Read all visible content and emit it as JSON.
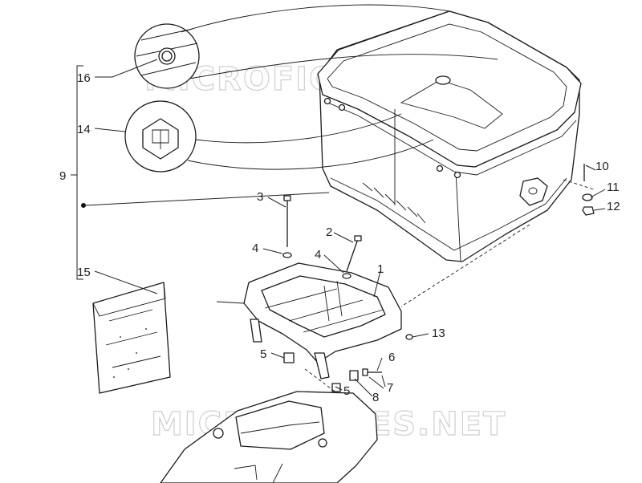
{
  "watermark": "MICROFICHES.NET",
  "callouts": [
    {
      "id": "c16",
      "text": "16"
    },
    {
      "id": "c14",
      "text": "14"
    },
    {
      "id": "c9",
      "text": "9"
    },
    {
      "id": "c15",
      "text": "15"
    },
    {
      "id": "c3",
      "text": "3"
    },
    {
      "id": "c2",
      "text": "2"
    },
    {
      "id": "c4a",
      "text": "4"
    },
    {
      "id": "c4b",
      "text": "4"
    },
    {
      "id": "c1",
      "text": "1"
    },
    {
      "id": "c5a",
      "text": "5"
    },
    {
      "id": "c5b",
      "text": "5"
    },
    {
      "id": "c6",
      "text": "6"
    },
    {
      "id": "c7",
      "text": "7"
    },
    {
      "id": "c8",
      "text": "8"
    },
    {
      "id": "c10",
      "text": "10"
    },
    {
      "id": "c11",
      "text": "11"
    },
    {
      "id": "c12",
      "text": "12"
    },
    {
      "id": "c13",
      "text": "13"
    }
  ]
}
